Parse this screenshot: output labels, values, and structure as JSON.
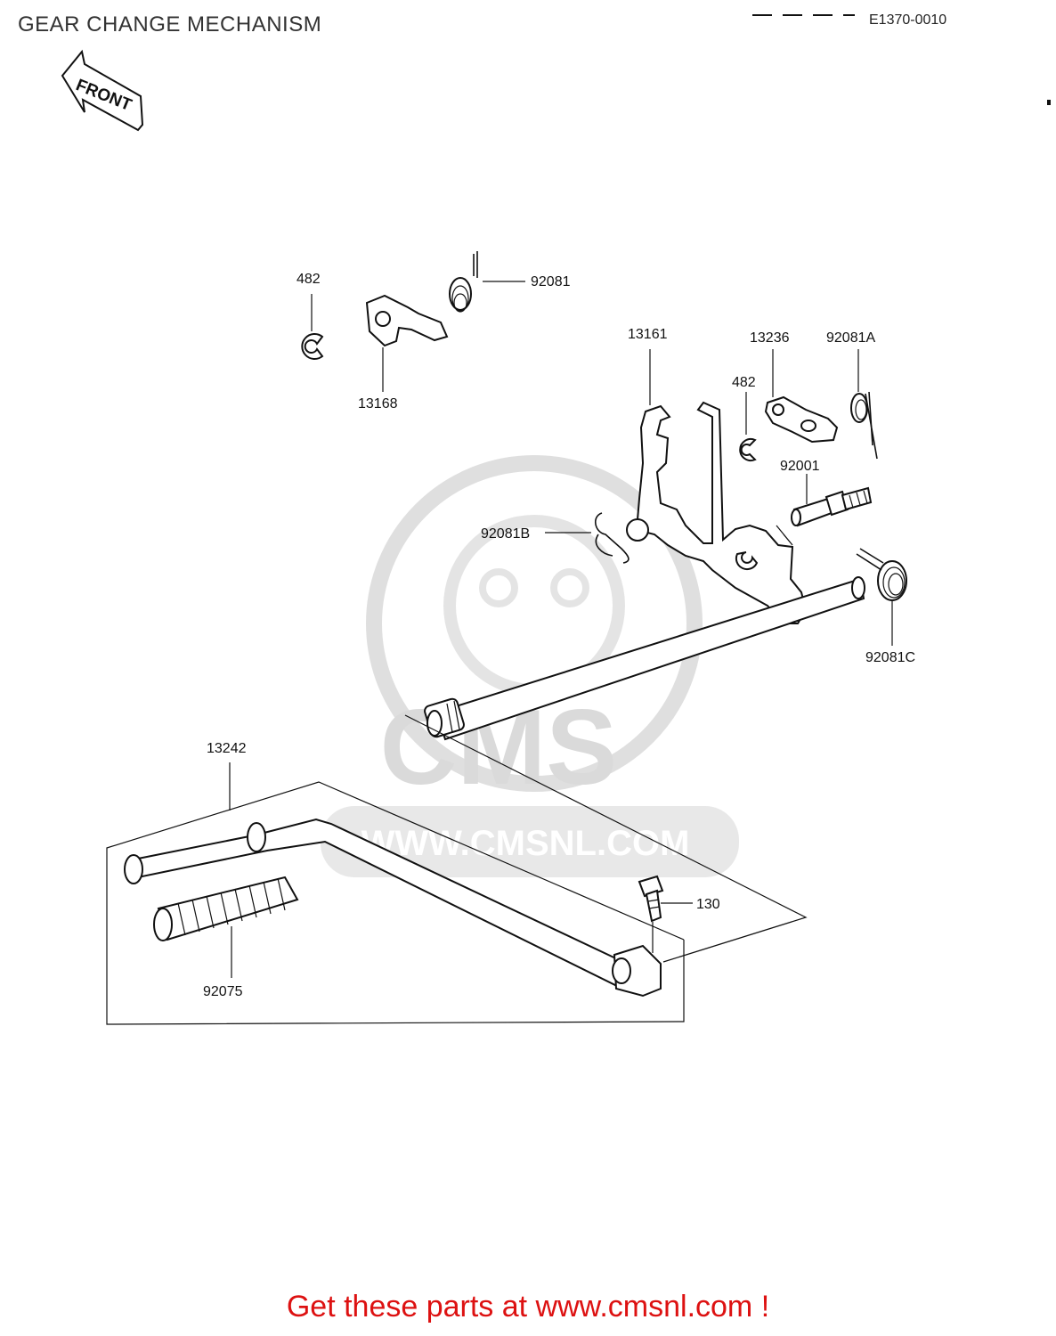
{
  "header": {
    "title": "GEAR CHANGE MECHANISM",
    "diagram_code": "E1370-0010"
  },
  "direction_arrow": {
    "label": "FRONT"
  },
  "watermark": {
    "brand": "CMS",
    "url": "WWW.CMSNL.COM"
  },
  "parts": [
    {
      "id": "482-top",
      "label": "482"
    },
    {
      "id": "13168",
      "label": "13168"
    },
    {
      "id": "92081",
      "label": "92081"
    },
    {
      "id": "13161",
      "label": "13161"
    },
    {
      "id": "13236",
      "label": "13236"
    },
    {
      "id": "92081A",
      "label": "92081A"
    },
    {
      "id": "482-mid",
      "label": "482"
    },
    {
      "id": "92001",
      "label": "92001"
    },
    {
      "id": "92081B",
      "label": "92081B"
    },
    {
      "id": "92081C",
      "label": "92081C"
    },
    {
      "id": "13242",
      "label": "13242"
    },
    {
      "id": "130",
      "label": "130"
    },
    {
      "id": "92075",
      "label": "92075"
    }
  ],
  "footer": {
    "cta": "Get these parts at www.cmsnl.com !"
  },
  "colors": {
    "footer_text": "#dd1111",
    "watermark": "#d6d6d6",
    "line_art": "#111111"
  }
}
